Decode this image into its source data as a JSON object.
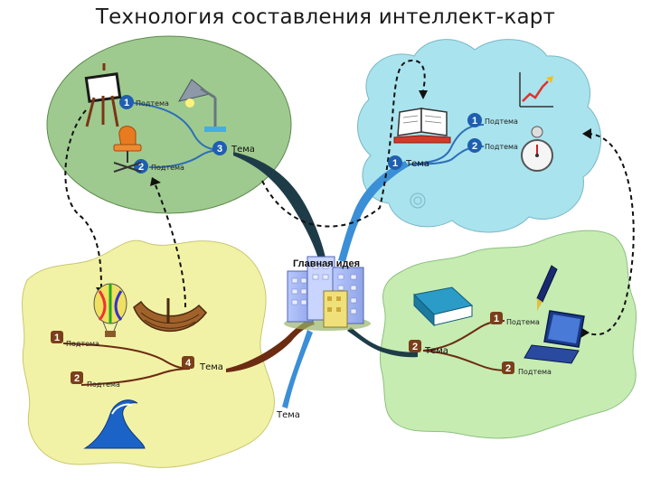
{
  "title": "Технология составления интеллект-карт",
  "central": {
    "label": "Главная идея"
  },
  "colors": {
    "topleft_blob": "#9fca8f",
    "topright_cloud": "#a9e3ee",
    "bottomleft_blob": "#f2f2a6",
    "bottomright_blob": "#c6ecb2",
    "badge_blue": "#1f5fb0",
    "badge_brown": "#7a3f1a",
    "branch_dark": "#1e3c48",
    "branch_blue": "#3b8fd6",
    "branch_brown": "#6b2c12"
  },
  "clusters": {
    "topleft": {
      "topic": {
        "num": "3",
        "label": "Тема"
      },
      "sub1": {
        "num": "1",
        "label": "Подтема"
      },
      "sub2": {
        "num": "2",
        "label": "Подтема"
      },
      "icons": [
        "easel-icon",
        "desk-lamp-icon",
        "chair-icon"
      ]
    },
    "topright": {
      "topic": {
        "num": "1",
        "label": "Тема"
      },
      "sub1": {
        "num": "1",
        "label": "Подтема"
      },
      "sub2": {
        "num": "2",
        "label": "Подтема"
      },
      "icons": [
        "open-book-icon",
        "growth-chart-icon",
        "stopwatch-icon"
      ]
    },
    "bottomleft": {
      "topic": {
        "num": "4",
        "label": "Тема"
      },
      "sub1": {
        "num": "1",
        "label": "Подтема"
      },
      "sub2": {
        "num": "2",
        "label": "Подтема"
      },
      "icons": [
        "hot-air-balloon-icon",
        "wooden-boat-icon",
        "wave-icon"
      ]
    },
    "bottomright": {
      "topic": {
        "num": "2",
        "label": "Тема"
      },
      "sub1": {
        "num": "1",
        "label": "Подтема"
      },
      "sub2": {
        "num": "2",
        "label": "Подтема"
      },
      "icons": [
        "book-icon",
        "fountain-pen-icon",
        "laptop-icon"
      ]
    }
  },
  "loose_topic": {
    "label": "Тема"
  }
}
